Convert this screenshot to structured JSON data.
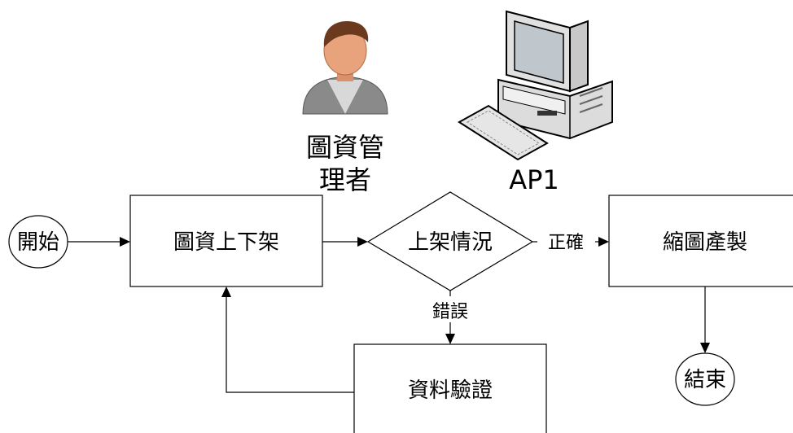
{
  "actors": {
    "librarian": {
      "line1": "圖資管",
      "line2": "理者",
      "icon": "person-icon"
    },
    "computer": {
      "label": "AP1",
      "icon": "computer-icon"
    }
  },
  "nodes": {
    "start": "開始",
    "shelve": "圖資上下架",
    "decision": "上架情況",
    "thumbnail": "縮圖產製",
    "verify": "資料驗證",
    "end": "結束"
  },
  "edges": {
    "correct": "正確",
    "error": "錯誤"
  },
  "colors": {
    "line": "#000000",
    "person_face": "#e8a27c",
    "person_hair": "#6b3a1e",
    "person_suit": "#8a8a8a",
    "computer_body": "#e0e0e0",
    "computer_screen": "#bfc7cc"
  }
}
